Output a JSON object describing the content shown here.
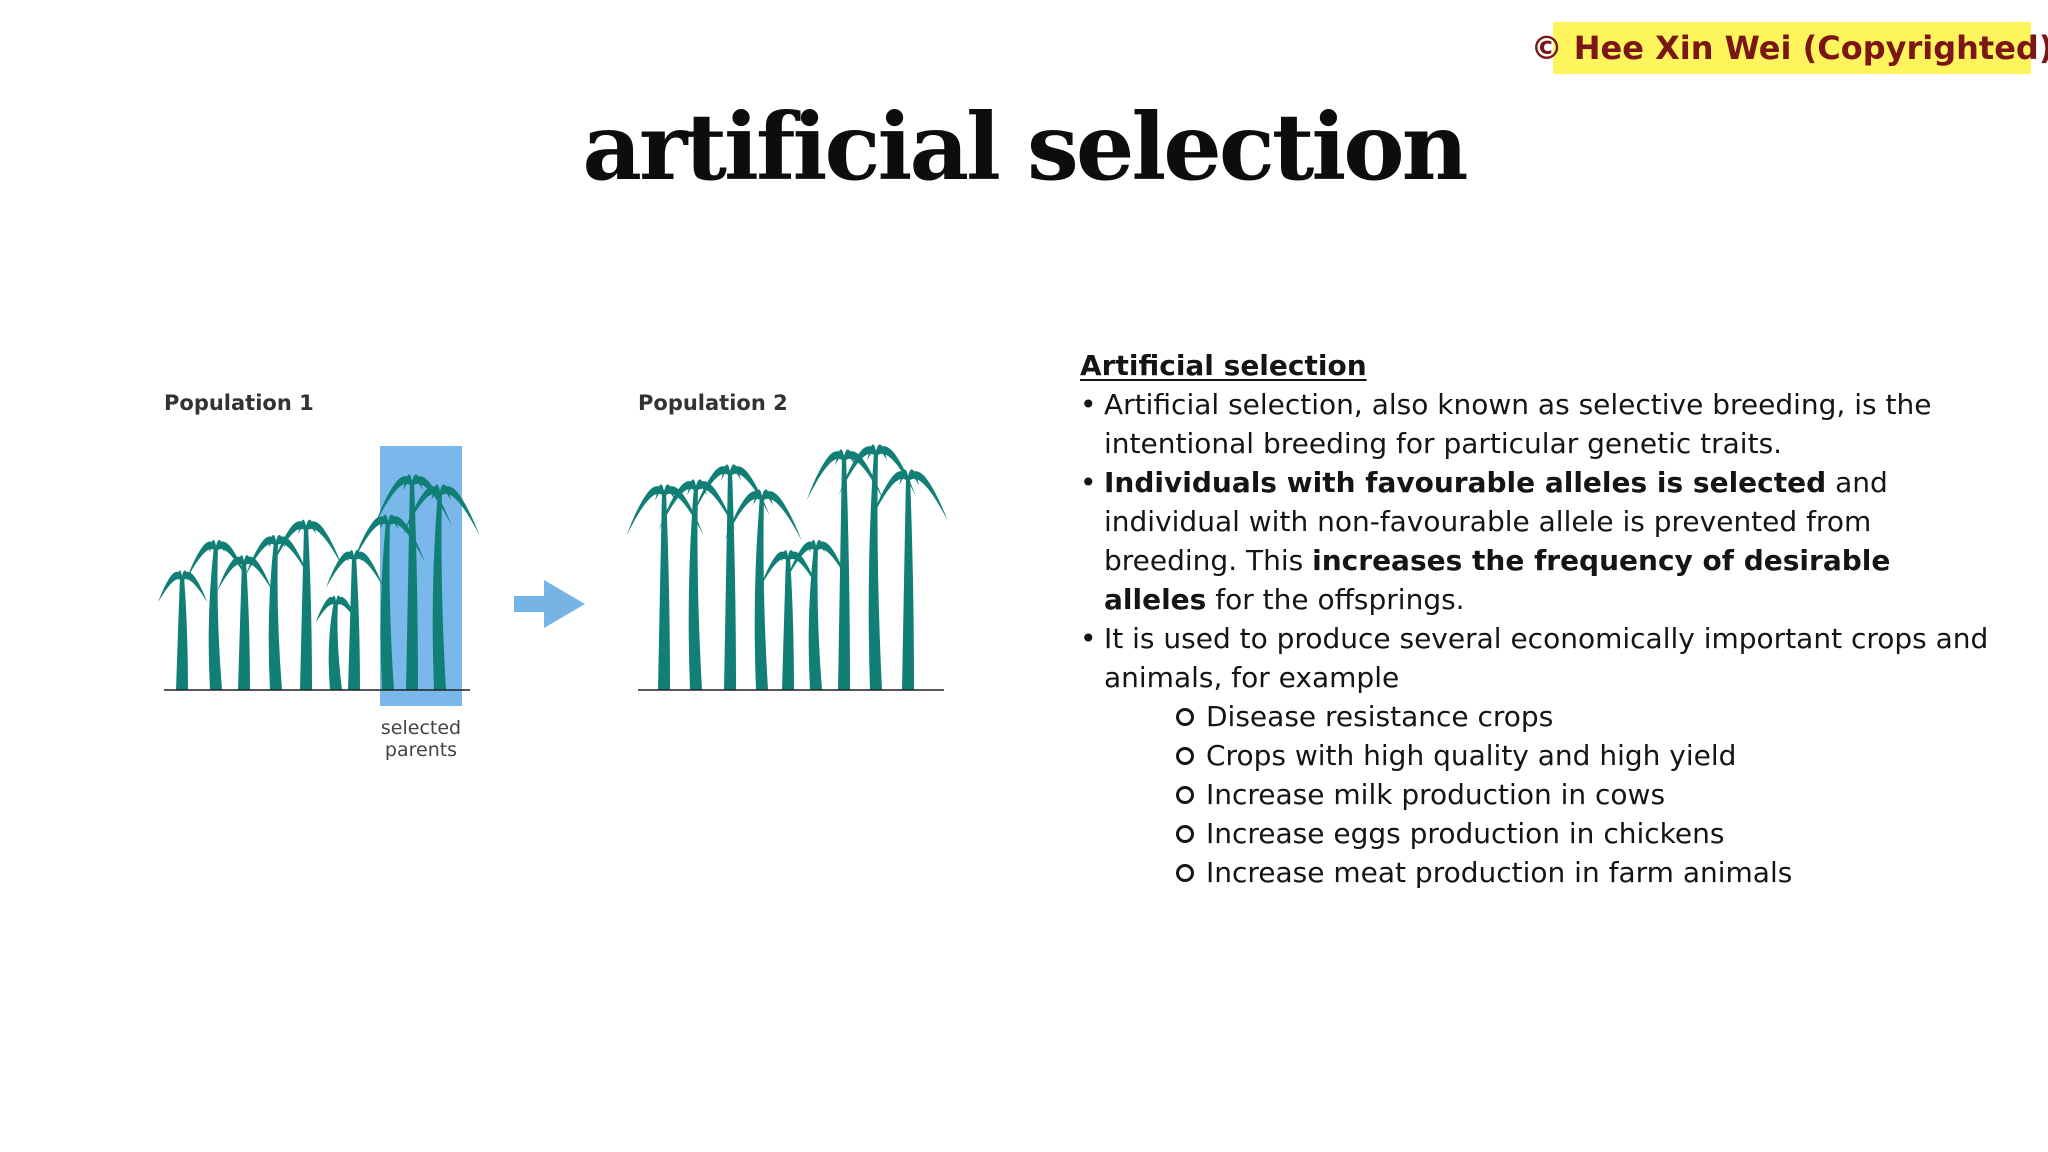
{
  "copyright": "© Hee Xin Wei (Copyrighted)",
  "title": "artificial selection",
  "figure": {
    "population1_label": "Population 1",
    "population2_label": "Population 2",
    "selected_label_line1": "selected",
    "selected_label_line2": "parents",
    "colors": {
      "plant": "#127f76",
      "highlight": "#7ab8ec",
      "arrow": "#76b4e6",
      "ground": "#222222"
    }
  },
  "content": {
    "heading": "Artificial selection",
    "bullet1": "Artificial selection, also known as selective breeding, is the intentional breeding for particular genetic traits.",
    "bullet2_bold1": "Individuals with favourable alleles is selected",
    "bullet2_text1": " and individual with non-favourable allele is prevented from breeding. This ",
    "bullet2_bold2": "increases the frequency of desirable alleles",
    "bullet2_text2": " for the offsprings.",
    "bullet3": "It is used to produce several economically important crops and animals, for example",
    "examples": [
      "Disease resistance crops",
      "Crops with high quality and high yield",
      "Increase milk production in cows",
      "Increase eggs production in chickens",
      "Increase meat production in farm animals"
    ]
  }
}
